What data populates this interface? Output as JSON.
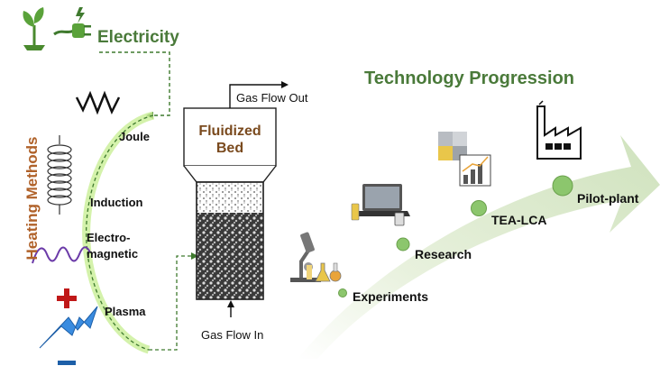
{
  "title": "Technology Progression",
  "electricity": "Electricity",
  "heating_methods": "Heating Methods",
  "methods": [
    "Joule",
    "Induction",
    "Electro-",
    "magnetic",
    "Plasma"
  ],
  "reactor": {
    "name_line1": "Fluidized",
    "name_line2": "Bed",
    "gas_out": "Gas Flow Out",
    "gas_in": "Gas Flow In"
  },
  "stages": [
    "Experiments",
    "Research",
    "TEA-LCA",
    "Pilot-plant"
  ],
  "colors": {
    "green_dark": "#3f7a2e",
    "green_title": "#4a7a3a",
    "orange": "#b0622a",
    "arrow": "#d6e6c6",
    "dot": "#8cc66d"
  }
}
